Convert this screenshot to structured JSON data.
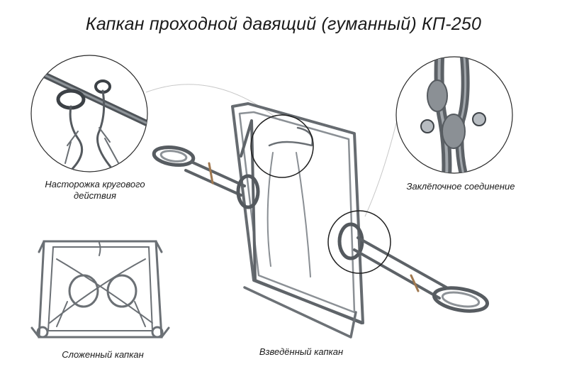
{
  "title": "Капкан проходной давящий (гуманный) КП-250",
  "captions": {
    "trigger_line1": "Насторожка кругового",
    "trigger_line2": "действия",
    "rivet": "Заклёпочное соединение",
    "folded": "Сложенный капкан",
    "armed": "Взведённый капкан"
  }
}
